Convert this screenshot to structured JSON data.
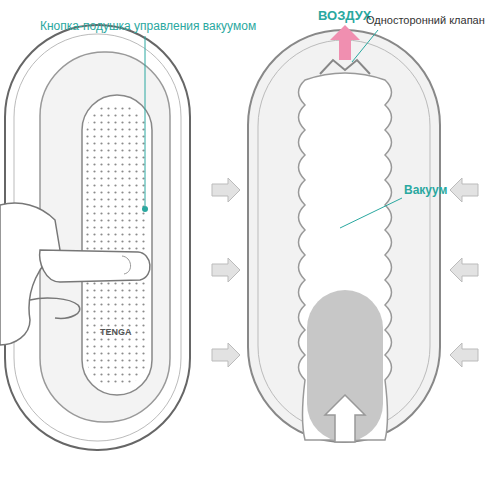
{
  "diagram": {
    "labels": [
      "Кнопка-подушка управления вакуумом",
      "TENGA",
      "ВОЗДУХ",
      "Односторонний клапан",
      "Вакуум"
    ]
  }
}
